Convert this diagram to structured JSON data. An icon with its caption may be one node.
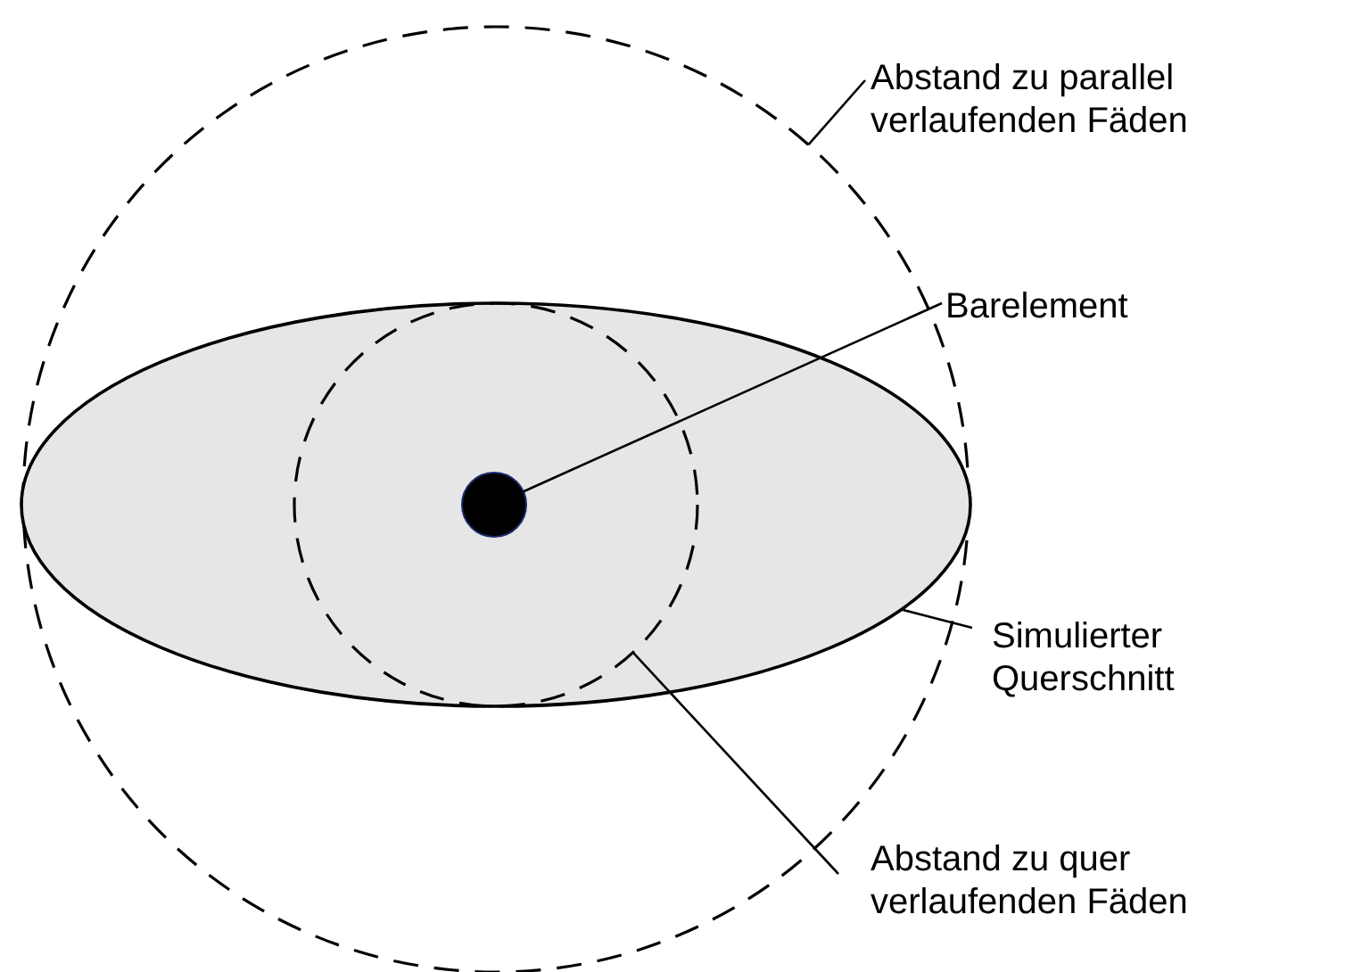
{
  "diagram": {
    "nodes": [
      {
        "text": [
          "Abstand zu parallel verlaufenden Fäden"
        ]
      },
      {
        "text": [],
        "shape": "circle"
      },
      {
        "text": [
          "Barelement"
        ]
      },
      {
        "text": [],
        "shape": "circle",
        "in": 7
      },
      {
        "text": [
          "Simulierter Querschnitt"
        ]
      },
      {
        "text": [],
        "shape": "ellipse",
        "in": 1
      },
      {
        "text": [
          "Abstand zu quer verlaufenden Fäden"
        ]
      },
      {
        "text": [],
        "shape": "circle",
        "in": 5
      }
    ],
    "edges": [
      {
        "from": 0,
        "to": 1,
        "arrow": "none"
      },
      {
        "from": 2,
        "to": 3,
        "arrow": "none"
      },
      {
        "from": 4,
        "to": 5,
        "arrow": "none"
      },
      {
        "from": 6,
        "to": 7,
        "arrow": "none"
      }
    ]
  }
}
